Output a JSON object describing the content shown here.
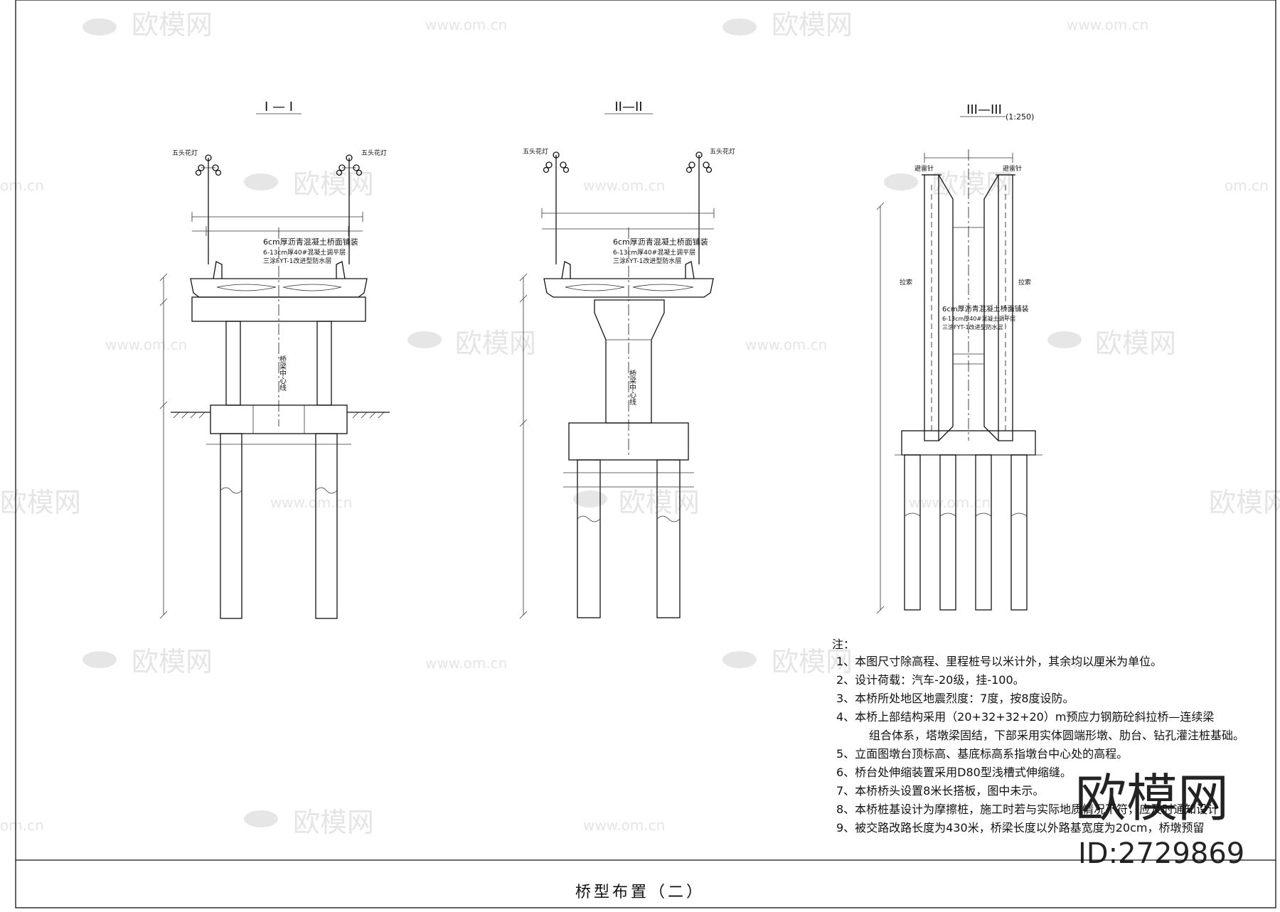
{
  "sections": {
    "s1": {
      "title": "I — I"
    },
    "s2": {
      "title": "II—II"
    },
    "s3": {
      "title": "III—III",
      "scale": "(1:250)"
    }
  },
  "lamp_label": "五头花灯",
  "deck_layers": {
    "line1": "6cm厚沥青混凝土桥面铺装",
    "line2": "6-13cm厚40#混凝土调平层",
    "line3": "三涂FYT-1改进型防水层"
  },
  "centerline_label": "桥梁中心线",
  "s3_labels": {
    "top_left": "避雷针",
    "top_right": "避雷针",
    "mid_left": "拉索",
    "mid_right": "拉索"
  },
  "notes": {
    "heading": "注：",
    "items": [
      "1、本图尺寸除高程、里程桩号以米计外，其余均以厘米为单位。",
      "2、设计荷载：汽车-20级，挂-100。",
      "3、本桥所处地区地震烈度：7度，按8度设防。",
      "4、本桥上部结构采用（20+32+32+20）m预应力钢筋砼斜拉桥—连续梁",
      "组合体系，塔墩梁固结，下部采用实体圆端形墩、肋台、钻孔灌注桩基础。",
      "5、立面图墩台顶标高、基底标高系指墩台中心处的高程。",
      "6、桥台处伸缩装置采用D80型浅槽式伸缩缝。",
      "7、本桥桥头设置8米长搭板，图中未示。",
      "8、本桥桩基设计为摩擦桩，施工时若与实际地质情况不符，应及时通知设计",
      "9、被交路改路长度为430米，桥梁长度以外路基宽度为20cm，桥墩预留"
    ]
  },
  "drawing_title": "桥型布置（二）",
  "watermark": {
    "brand": "欧模网",
    "site": "www.om.cn",
    "short_site": "om.cn",
    "partial_brand": "欧模网",
    "logo_text": "欧模网",
    "id": "ID:2729869"
  }
}
